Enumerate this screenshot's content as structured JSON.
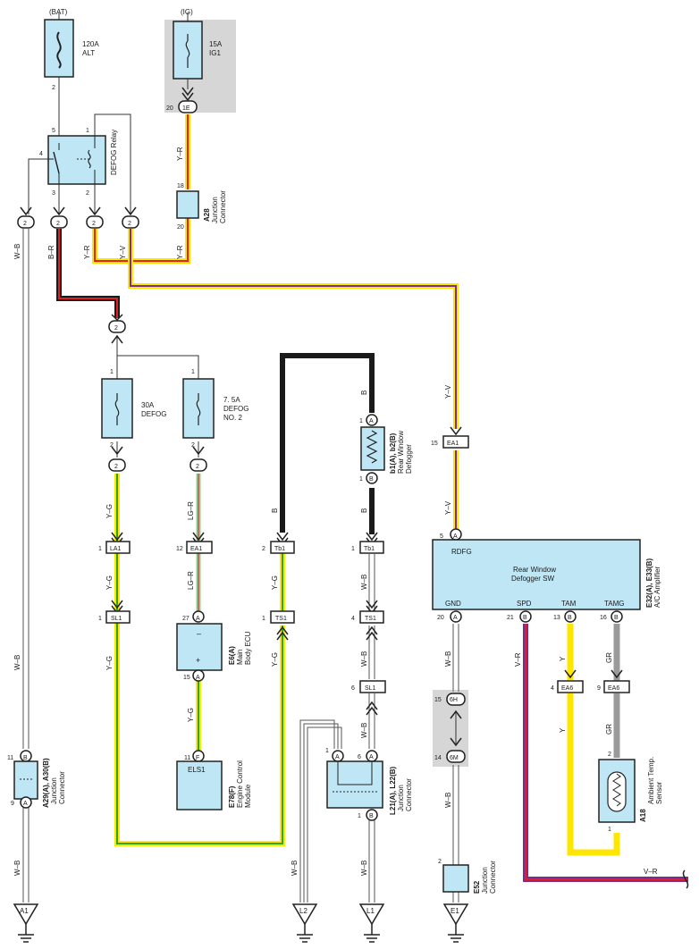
{
  "colors": {
    "component_fill": "#bfe6f5",
    "shaded_area": "#d6d6d6",
    "wire_yellow": "#ffe600",
    "wire_red": "#e02020",
    "wire_green": "#2aa52a",
    "wire_black": "#1a1a1a",
    "wire_violet": "#7a2d8f",
    "wire_gray": "#9a9a9a"
  },
  "sources": {
    "bat": "(BAT)",
    "ig": "(IG)"
  },
  "fuses": {
    "alt": {
      "line1": "120A",
      "line2": "ALT",
      "pin": "2"
    },
    "ig1": {
      "line1": "15A",
      "line2": "IG1"
    },
    "defog": {
      "line1": "30A",
      "line2": "DEFOG",
      "pin_top": "1",
      "pin_bottom": "2"
    },
    "defog2": {
      "line1": "7. 5A",
      "line2": "DEFOG",
      "line3": "NO. 2",
      "pin_top": "1",
      "pin_bottom": "2"
    }
  },
  "relay": {
    "label": "DEFOG Relay",
    "pin5": "5",
    "pin1": "1",
    "pin4": "4",
    "pin3": "3",
    "pin2": "2"
  },
  "junction_a28": {
    "id": "A28",
    "line1": "Junction",
    "line2": "Connector",
    "pin_top": "18",
    "pin_bottom": "20"
  },
  "connector_1e": {
    "pin": "20",
    "label": "1E"
  },
  "mid_connectors": {
    "c1": "2",
    "c2": "2",
    "c3": "2",
    "c4": "2",
    "split": "2"
  },
  "wire_labels": {
    "w_b": "W–B",
    "b_r": "B–R",
    "y_r": "Y–R",
    "y_v": "Y–V",
    "y_g": "Y–G",
    "lg_r": "LG–R",
    "b": "B",
    "v_r": "V–R",
    "y": "Y",
    "gr": "GR"
  },
  "connectors": {
    "la1": "LA1",
    "ea1": "EA1",
    "tb1": "Tb1",
    "sl1": "SL1",
    "ts1": "TS1",
    "ea6": "EA6",
    "ea6b": "EA6",
    "h6": "6H",
    "m6": "6M"
  },
  "pins": {
    "one": "1",
    "two": "2",
    "four": "4",
    "five": "5",
    "six": "6",
    "nine": "9",
    "eleven": "11",
    "twelve": "12",
    "thirteen": "13",
    "fourteen": "14",
    "fifteen": "15",
    "sixteen": "16",
    "twenty": "20",
    "twentyone": "21",
    "twentyseven": "27",
    "a": "A",
    "b": "B",
    "f": "F"
  },
  "defogger": {
    "id": "b1(A), b2(B)",
    "line1": "Rear Window",
    "line2": "Defogger"
  },
  "defogger_sw": {
    "line1": "Rear Window",
    "line2": "Defogger SW",
    "id": "E32(A), E33(B)",
    "sub": "A/C Amplifier",
    "rdfg": "RDFG",
    "gnd": "GND",
    "spd": "SPD",
    "tam": "TAM",
    "tamg": "TAMG"
  },
  "main_body_ecu": {
    "id": "E6(A)",
    "line1": "Main",
    "line2": "Body ECU",
    "minus": "–",
    "plus": "+"
  },
  "ecm": {
    "id": "E78(F)",
    "line1": "Engine Control",
    "line2": "Module",
    "box": "ELS1"
  },
  "junction_a29": {
    "id": "A29(A), A30(B)",
    "line1": "Junction",
    "line2": "Connector"
  },
  "junction_l21": {
    "id": "L21(A), L22(B)",
    "line1": "Junction",
    "line2": "Connector"
  },
  "junction_e52": {
    "id": "E52",
    "line1": "Junction",
    "line2": "Connector"
  },
  "sensor": {
    "id": "A18",
    "line1": "Ambient Temp.",
    "line2": "Sensor"
  },
  "grounds": {
    "a1": "A1",
    "l2": "L2",
    "l1": "L1",
    "e1": "E1"
  }
}
